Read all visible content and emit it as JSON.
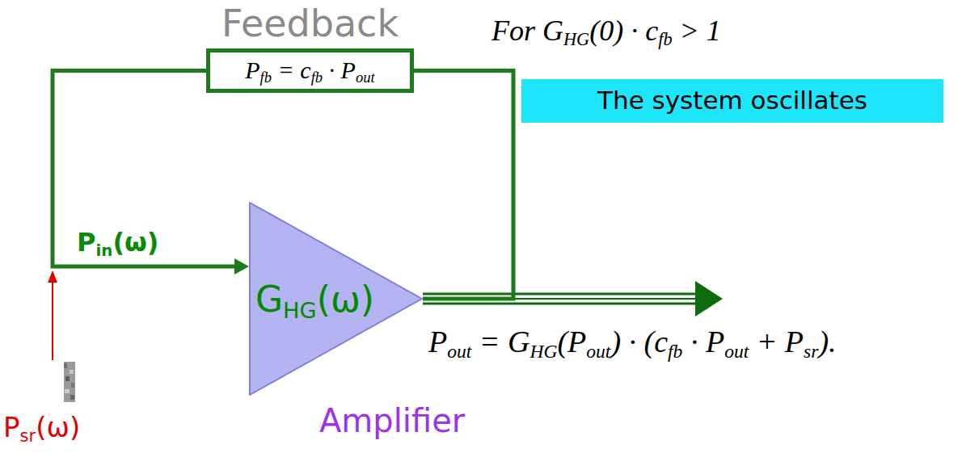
{
  "diagram": {
    "nodes": [
      {
        "text": [
          "Feedback",
          "Pfb = cfb · Pout"
        ]
      },
      {
        "text": [
          "The system oscillates"
        ]
      },
      {
        "text": [
          "GHG(ω)",
          "Amplifier"
        ]
      }
    ],
    "edges": [
      {
        "from": 0,
        "to": 2,
        "arrow": "to",
        "label": "Pin(ω)"
      },
      {
        "from": 2,
        "to": 0,
        "arrow": "none"
      }
    ],
    "labels": [
      "For GHG(0) · cfb > 1",
      "Pout = GHG(Pout) · (cfb · Pout + Psr).",
      "Psr(ω)"
    ]
  }
}
